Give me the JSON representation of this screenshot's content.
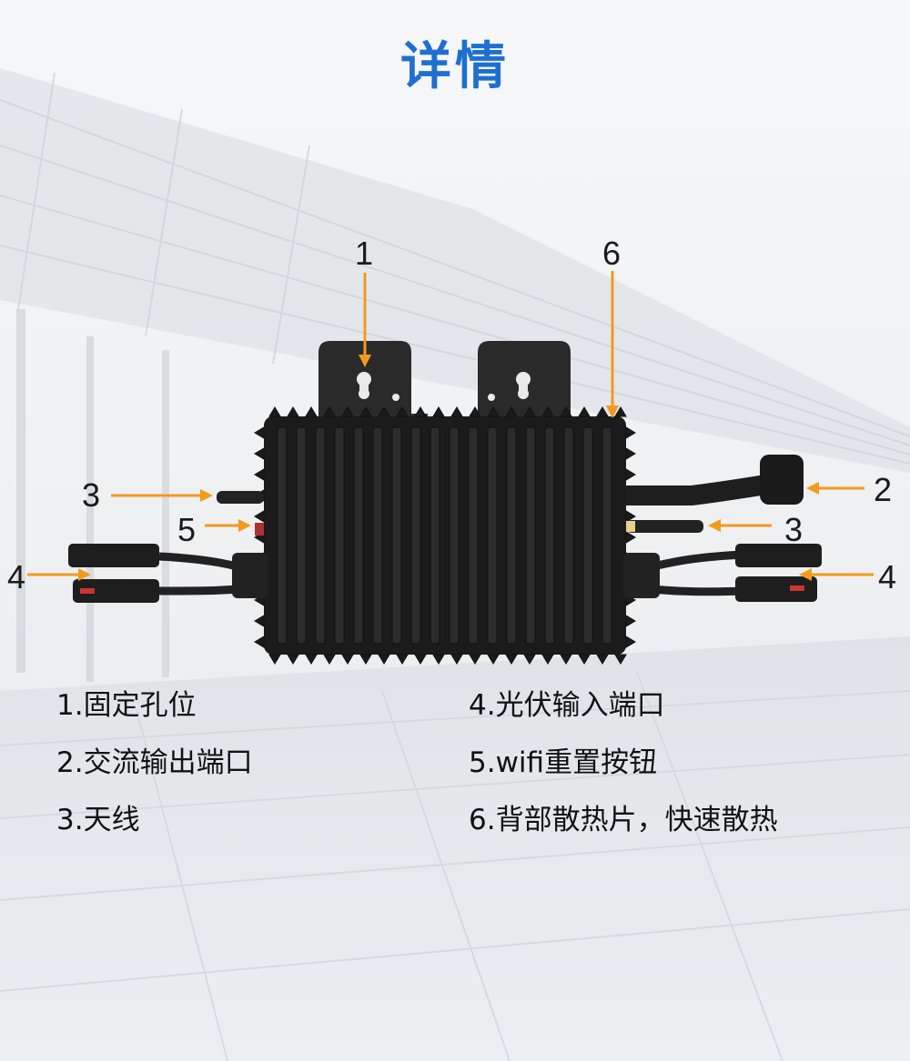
{
  "title": "详情",
  "callouts": [
    "1",
    "6",
    "2",
    "3",
    "5",
    "3",
    "4",
    "4"
  ],
  "descriptions": {
    "left": [
      "1.固定孔位",
      "2.交流输出端口",
      "3.天线"
    ],
    "right": [
      "4.光伏输入端口",
      "5.wifi重置按钮",
      "6.背部散热片，快速散热"
    ]
  },
  "colors": {
    "title": "#1f6fd0",
    "arrow": "#f39a1e",
    "device": "#1b1b1b"
  }
}
